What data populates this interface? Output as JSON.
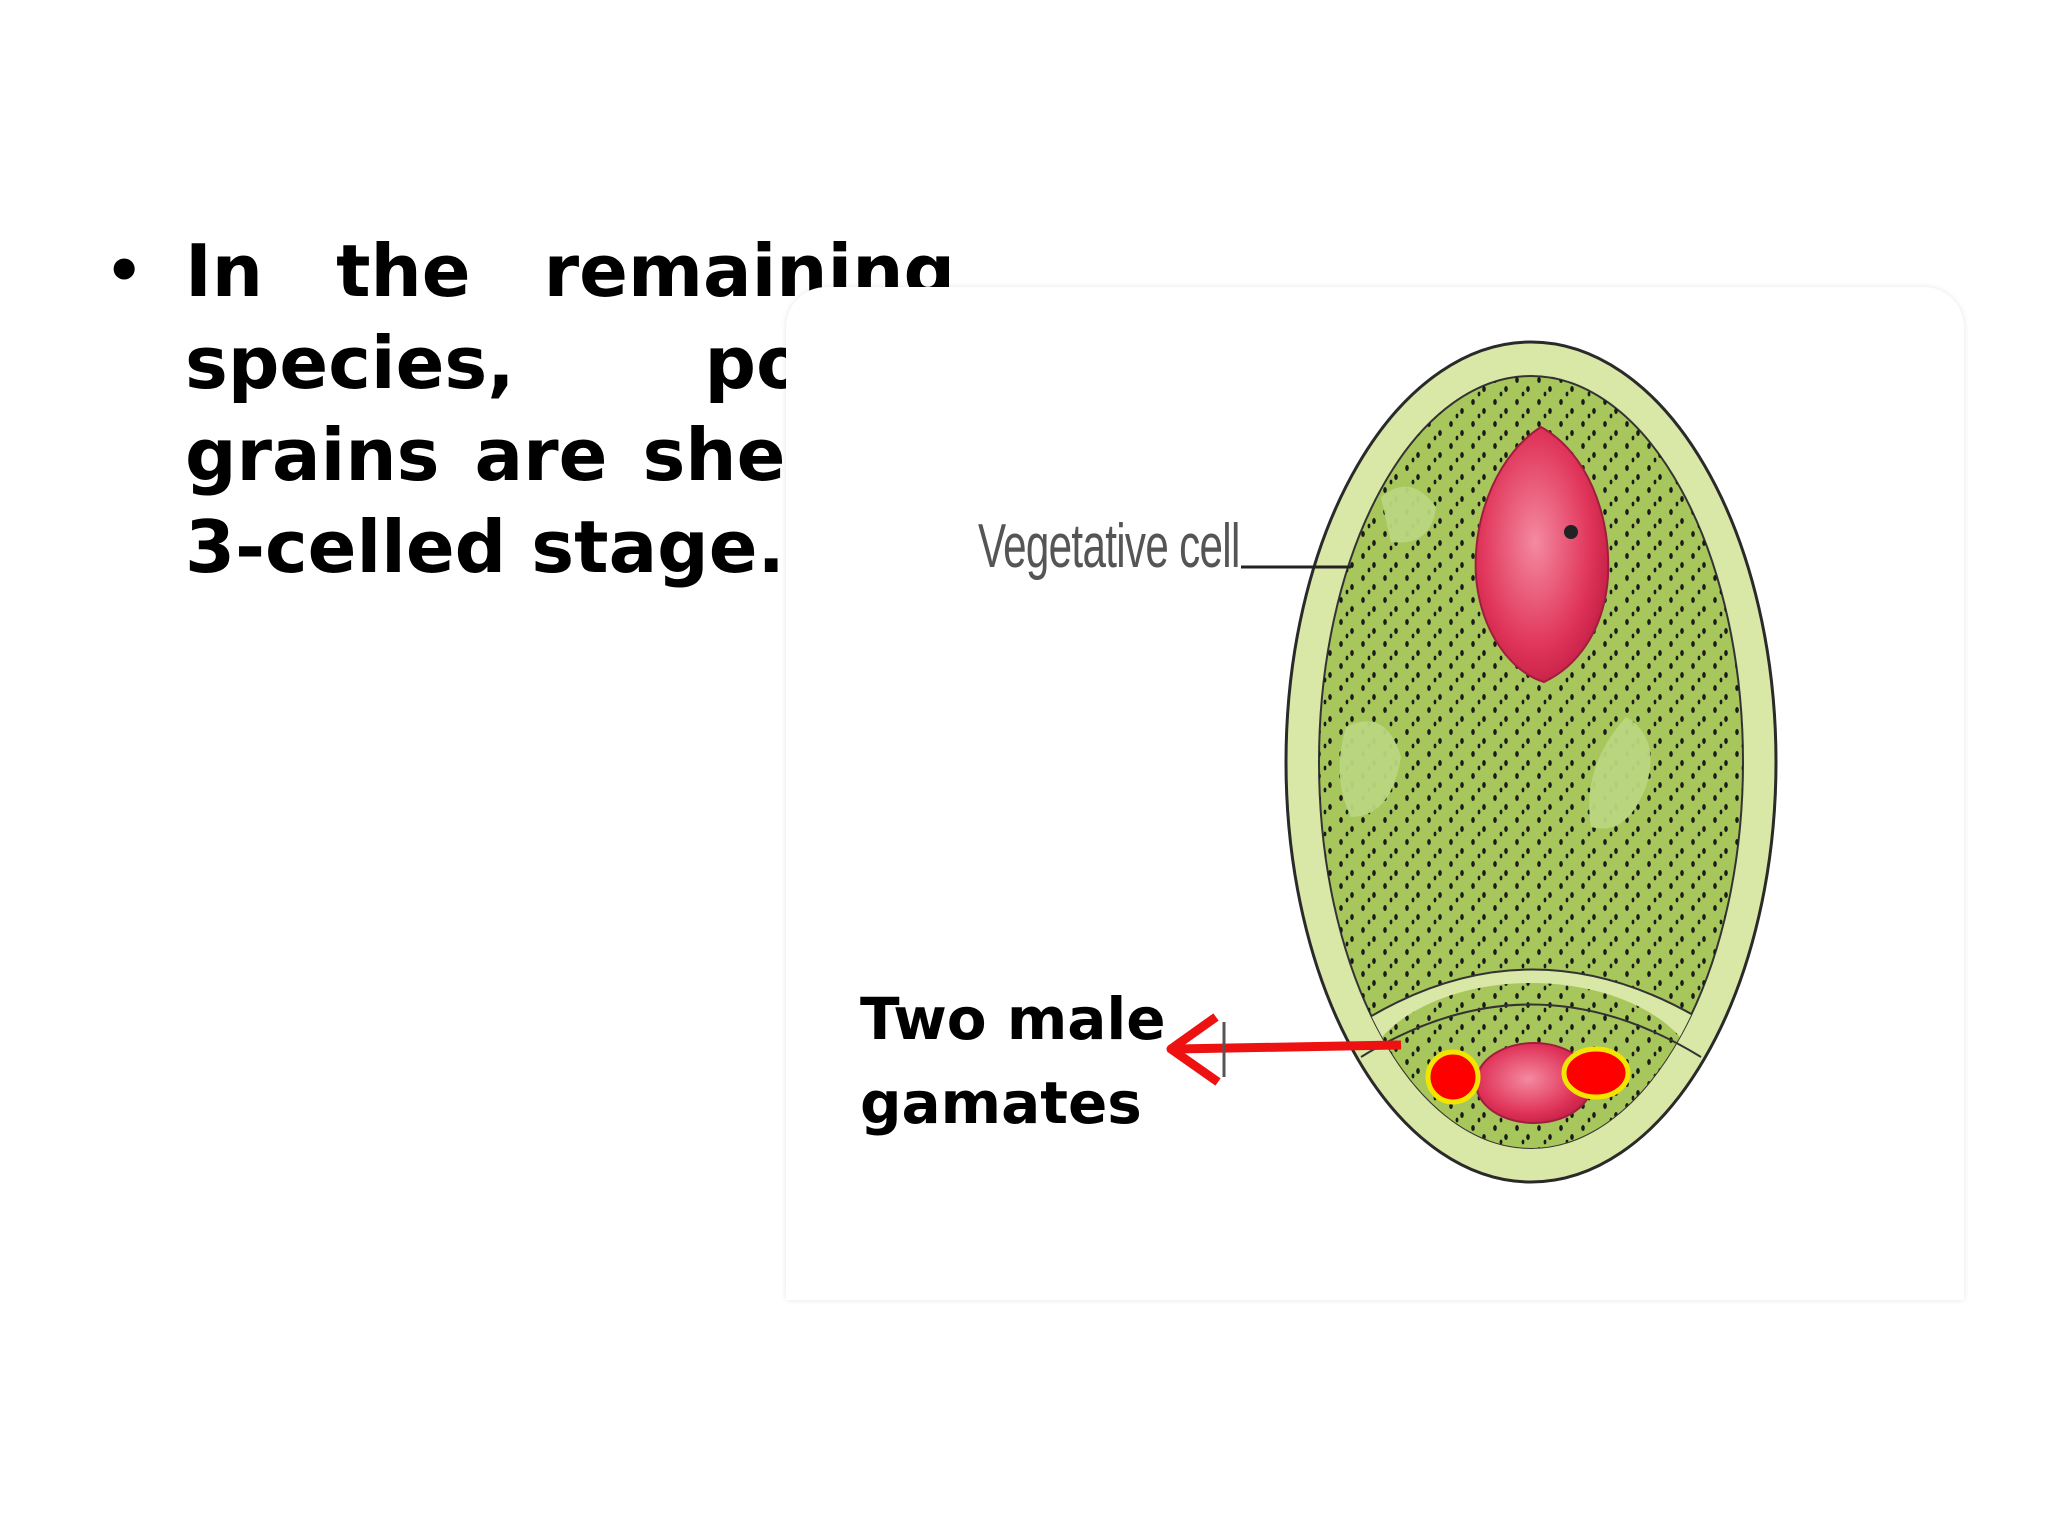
{
  "bullet": {
    "symbol": "•",
    "text": "In the remaining species, pollen grains are shed at 3-celled stage."
  },
  "figure": {
    "vegetative_label": "Vegetative cell",
    "gametes_label": "Two male gamates",
    "colors": {
      "wall_outer": "#d9e7a7",
      "cytoplasm": "#a7c65c",
      "nucleus": "#e0345a",
      "gamete_fill": "#ff0000",
      "gamete_outline": "#f2e600",
      "arrow": "#ee1111"
    }
  }
}
